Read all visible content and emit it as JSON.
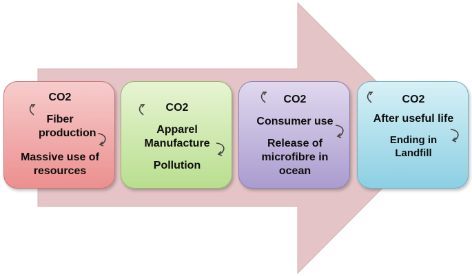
{
  "stages": [
    {
      "co2": "CO2",
      "step": "Fiber production",
      "impact": "Massive use of resources"
    },
    {
      "co2": "CO2",
      "step": "Apparel Manufacture",
      "impact": "Pollution"
    },
    {
      "co2": "CO2",
      "step": "Consumer use",
      "impact": "Release of microfibre in ocean"
    },
    {
      "co2": "CO2",
      "step": "After useful life",
      "impact": "Ending in Landfill"
    }
  ],
  "colors": {
    "arrow": "#e4c4c6",
    "stage_1": "#ec8f8f",
    "stage_2": "#b9de8f",
    "stage_3": "#aa9ccf",
    "stage_4": "#8ccfe3"
  },
  "icons": {
    "cycle": "cycle-arrows-icon"
  }
}
